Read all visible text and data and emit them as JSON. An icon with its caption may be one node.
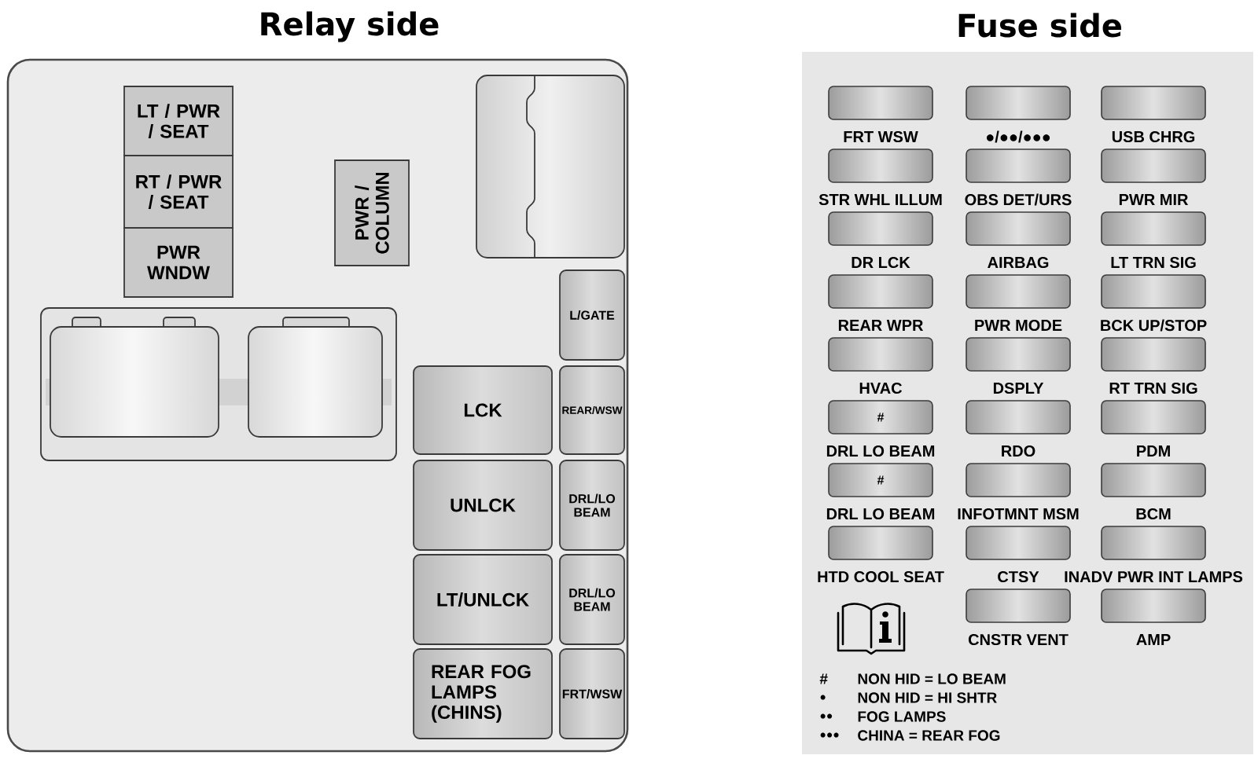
{
  "diagram": {
    "nodes": [
      {
        "text": [
          "Relay side"
        ]
      },
      {
        "text": [
          "LT / PWR / SEAT"
        ],
        "in": 0
      },
      {
        "text": [
          "RT / PWR / SEAT"
        ],
        "in": 0
      },
      {
        "text": [
          "PWR WNDW"
        ],
        "in": 0
      },
      {
        "text": [
          "PWR / COLUMN"
        ],
        "in": 0
      },
      {
        "text": [],
        "shape": "box",
        "in": 0
      },
      {
        "text": [],
        "shape": "box",
        "in": 0
      },
      {
        "text": [],
        "shape": "box",
        "in": 6
      },
      {
        "text": [],
        "shape": "box",
        "in": 6
      },
      {
        "text": [
          "L/GATE"
        ],
        "in": 0
      },
      {
        "text": [
          "LCK"
        ],
        "in": 0
      },
      {
        "text": [
          "REAR/WSW"
        ],
        "in": 0
      },
      {
        "text": [
          "UNLCK"
        ],
        "in": 0
      },
      {
        "text": [
          "DRL/LO BEAM"
        ],
        "in": 0
      },
      {
        "text": [
          "LT/UNLCK"
        ],
        "in": 0
      },
      {
        "text": [
          "DRL/LO BEAM"
        ],
        "in": 0
      },
      {
        "text": [
          "REAR FOG LAMPS (CHINS)"
        ],
        "in": 0
      },
      {
        "text": [
          "FRT/WSW"
        ],
        "in": 0
      },
      {
        "text": [
          "Fuse side"
        ]
      },
      {
        "text": [
          "FRT WSW"
        ],
        "in": 18
      },
      {
        "text": [
          "●/●●/●●●"
        ],
        "in": 18
      },
      {
        "text": [
          "USB CHRG"
        ],
        "in": 18
      },
      {
        "text": [
          "STR WHL ILLUM"
        ],
        "in": 18
      },
      {
        "text": [
          "OBS DET/URS"
        ],
        "in": 18
      },
      {
        "text": [
          "PWR MIR"
        ],
        "in": 18
      },
      {
        "text": [
          "DR LCK"
        ],
        "in": 18
      },
      {
        "text": [
          "AIRBAG"
        ],
        "in": 18
      },
      {
        "text": [
          "LT TRN SIG"
        ],
        "in": 18
      },
      {
        "text": [
          "REAR WPR"
        ],
        "in": 18
      },
      {
        "text": [
          "PWR MODE"
        ],
        "in": 18
      },
      {
        "text": [
          "BCK UP/STOP"
        ],
        "in": 18
      },
      {
        "text": [
          "HVAC"
        ],
        "in": 18
      },
      {
        "text": [
          "DSPLY"
        ],
        "in": 18
      },
      {
        "text": [
          "RT TRN SIG"
        ],
        "in": 18
      },
      {
        "text": [
          "#",
          "DRL LO BEAM"
        ],
        "in": 18
      },
      {
        "text": [
          "RDO"
        ],
        "in": 18
      },
      {
        "text": [
          "PDM"
        ],
        "in": 18
      },
      {
        "text": [
          "#",
          "DRL LO BEAM"
        ],
        "in": 18
      },
      {
        "text": [
          "INFOTMNT MSM"
        ],
        "in": 18
      },
      {
        "text": [
          "BCM"
        ],
        "in": 18
      },
      {
        "text": [
          "HTD COOL SEAT"
        ],
        "in": 18
      },
      {
        "text": [
          "CTSY"
        ],
        "in": 18
      },
      {
        "text": [
          "INADV PWR INT LAMPS"
        ],
        "in": 18
      },
      {
        "text": [
          "CNSTR VENT"
        ],
        "in": 18
      },
      {
        "text": [
          "AMP"
        ],
        "in": 18
      }
    ],
    "labels": [
      "#",
      "NON HID = LO BEAM",
      "●",
      "NON HID = HI SHTR",
      "●●",
      "FOG LAMPS",
      "●●●",
      "CHINA = REAR FOG"
    ]
  }
}
